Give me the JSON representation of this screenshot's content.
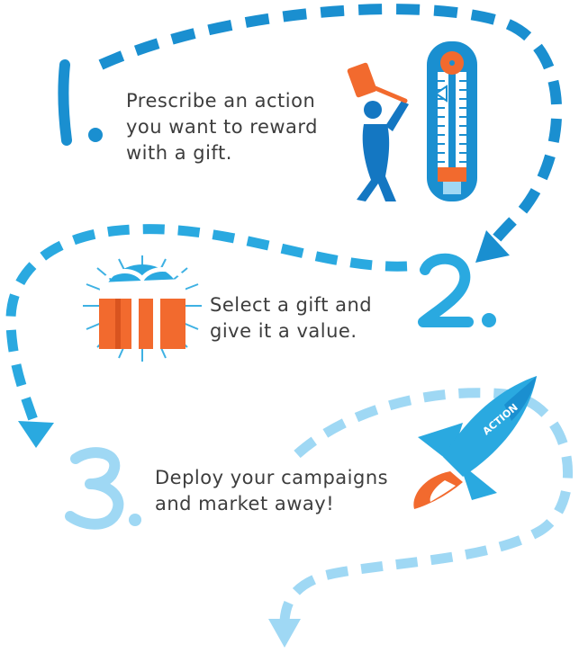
{
  "steps": [
    {
      "number": "1.",
      "lines": [
        "Prescribe an action",
        "you want to reward",
        "with a gift."
      ],
      "color": "#1a8fd0"
    },
    {
      "number": "2.",
      "lines": [
        "Select a gift and",
        "give it a value."
      ],
      "color": "#2aa9e0"
    },
    {
      "number": "3.",
      "lines": [
        "Deploy your campaigns",
        "and market away!"
      ],
      "color": "#9fd8f4"
    }
  ],
  "rocket": {
    "label": "ACTION"
  },
  "colors": {
    "path_dark": "#1a8fd0",
    "path_mid": "#2aa9e0",
    "path_light": "#9fd8f4",
    "orange": "#f26a2e",
    "figure_blue": "#1477c2",
    "text": "#3d3d3d"
  },
  "icons": {
    "step1": "hammer-strength-tester-icon",
    "step2": "gift-box-icon",
    "step3": "rocket-icon"
  }
}
